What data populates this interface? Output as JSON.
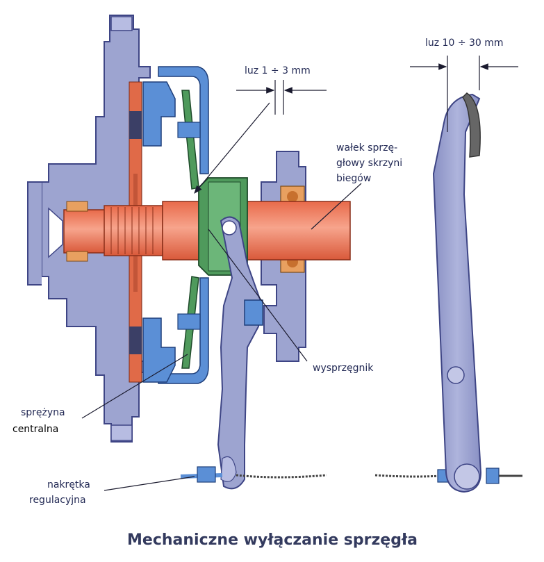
{
  "title": "Mechaniczne wyłączanie sprzęgła",
  "labels": {
    "luz_small": "luz 1 ÷ 3 mm",
    "luz_large": "luz 10 ÷ 30 mm",
    "shaft_line1": "wałek sprzę-",
    "shaft_line2": "głowy skrzyni",
    "shaft_line3": "biegów",
    "release": "wysprzęgnik",
    "spring_line1": "sprężyna",
    "spring_line2": "centralna",
    "nut_line1": "nakrętka",
    "nut_line2": "regulacyjna"
  },
  "colors": {
    "housing": "#9da4d0",
    "housing_dark": "#7f86bb",
    "housing_outline": "#3e4585",
    "shaft": "#f08264",
    "shaft_dark": "#d8603f",
    "green": "#4f9a5c",
    "green_dark": "#2f6e3e",
    "blue_part": "#5b8fd6",
    "bearing": "#e8a060",
    "leader": "#2b2b4a"
  }
}
